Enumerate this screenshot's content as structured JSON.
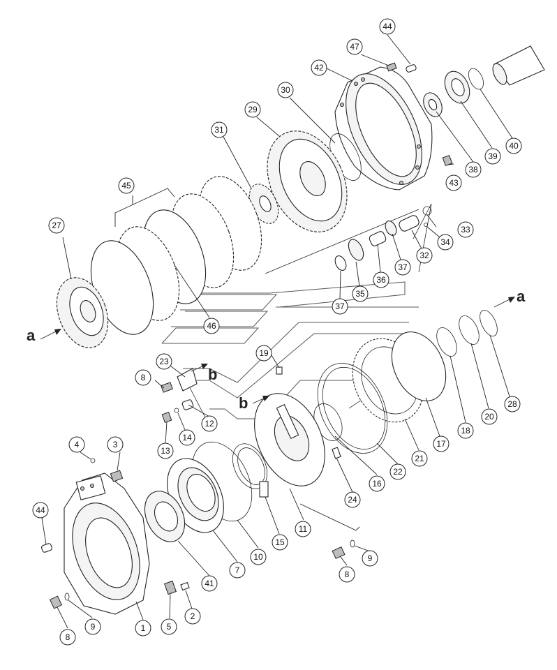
{
  "diagram": {
    "callouts": [
      "1",
      "2",
      "3",
      "4",
      "5",
      "7",
      "8",
      "8",
      "8",
      "9",
      "9",
      "10",
      "11",
      "12",
      "13",
      "14",
      "15",
      "16",
      "17",
      "18",
      "19",
      "20",
      "21",
      "22",
      "23",
      "24",
      "27",
      "28",
      "29",
      "30",
      "31",
      "32",
      "33",
      "34",
      "35",
      "36",
      "37",
      "37",
      "38",
      "39",
      "40",
      "41",
      "42",
      "43",
      "44",
      "44",
      "45",
      "46",
      "47"
    ],
    "arrow_labels": [
      "a",
      "a",
      "b",
      "b"
    ]
  }
}
